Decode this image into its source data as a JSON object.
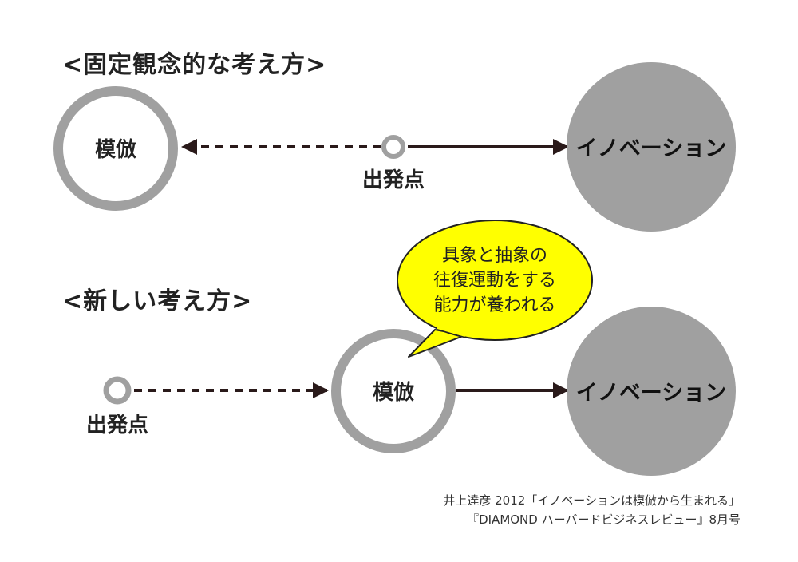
{
  "old_way": {
    "heading": "<固定観念的な考え方>",
    "imitation_label": "模倣",
    "start_label": "出発点",
    "innovation_label": "イノベーション"
  },
  "new_way": {
    "heading": "<新しい考え方>",
    "start_label": "出発点",
    "imitation_label": "模倣",
    "innovation_label": "イノベーション",
    "callout_lines": [
      "具象と抽象の",
      "往復運動をする",
      "能力が養われる"
    ]
  },
  "citation": {
    "line1": "井上達彦 2012「イノベーションは模倣から生まれる」",
    "line2": "『DIAMOND ハーバードビジネスレビュー』8月号"
  },
  "colors": {
    "ring": "#a0a0a0",
    "innovation_fill": "#a0a0a0",
    "arrow": "#2a1a1a",
    "callout_fill": "#ffff00"
  }
}
